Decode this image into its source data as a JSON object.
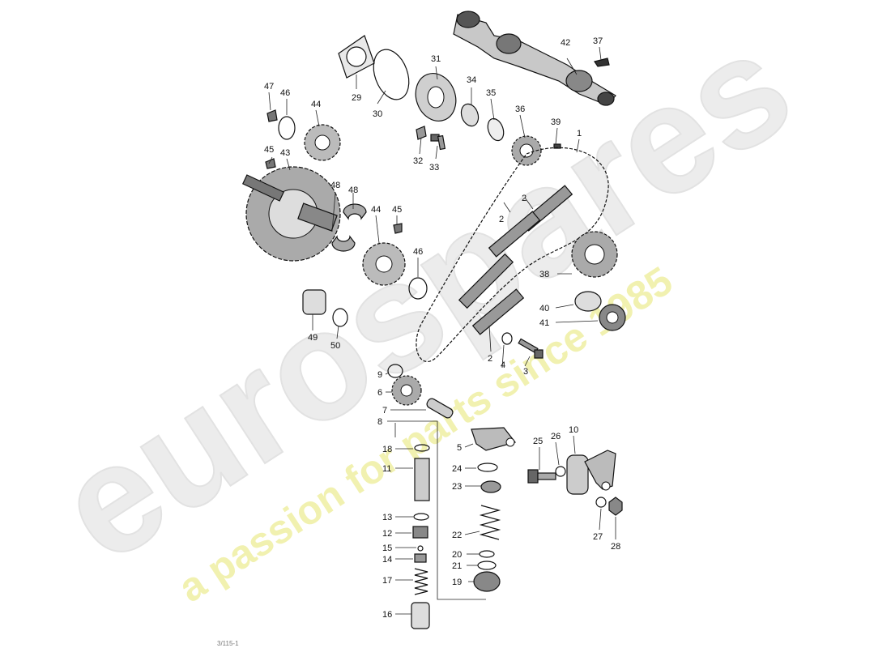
{
  "watermark": {
    "brand": "eurospares",
    "slogan": "a passion for parts since 1985",
    "brand_color": "#ececec",
    "slogan_color": "#f1f1b0"
  },
  "footer": {
    "code": "3/115-1"
  },
  "callouts": [
    {
      "id": "1",
      "label": "1"
    },
    {
      "id": "2a",
      "label": "2"
    },
    {
      "id": "2b",
      "label": "2"
    },
    {
      "id": "2c",
      "label": "2"
    },
    {
      "id": "3",
      "label": "3"
    },
    {
      "id": "4",
      "label": "4"
    },
    {
      "id": "5",
      "label": "5"
    },
    {
      "id": "6",
      "label": "6"
    },
    {
      "id": "7",
      "label": "7"
    },
    {
      "id": "8",
      "label": "8"
    },
    {
      "id": "9",
      "label": "9"
    },
    {
      "id": "10",
      "label": "10"
    },
    {
      "id": "11",
      "label": "11"
    },
    {
      "id": "12",
      "label": "12"
    },
    {
      "id": "13",
      "label": "13"
    },
    {
      "id": "14",
      "label": "14"
    },
    {
      "id": "15",
      "label": "15"
    },
    {
      "id": "16",
      "label": "16"
    },
    {
      "id": "17",
      "label": "17"
    },
    {
      "id": "18",
      "label": "18"
    },
    {
      "id": "19",
      "label": "19"
    },
    {
      "id": "20",
      "label": "20"
    },
    {
      "id": "21",
      "label": "21"
    },
    {
      "id": "22",
      "label": "22"
    },
    {
      "id": "23",
      "label": "23"
    },
    {
      "id": "24",
      "label": "24"
    },
    {
      "id": "25",
      "label": "25"
    },
    {
      "id": "26",
      "label": "26"
    },
    {
      "id": "27",
      "label": "27"
    },
    {
      "id": "28",
      "label": "28"
    },
    {
      "id": "29",
      "label": "29"
    },
    {
      "id": "30",
      "label": "30"
    },
    {
      "id": "31",
      "label": "31"
    },
    {
      "id": "32",
      "label": "32"
    },
    {
      "id": "33",
      "label": "33"
    },
    {
      "id": "34",
      "label": "34"
    },
    {
      "id": "35",
      "label": "35"
    },
    {
      "id": "36",
      "label": "36"
    },
    {
      "id": "37",
      "label": "37"
    },
    {
      "id": "38",
      "label": "38"
    },
    {
      "id": "39",
      "label": "39"
    },
    {
      "id": "40",
      "label": "40"
    },
    {
      "id": "41",
      "label": "41"
    },
    {
      "id": "42",
      "label": "42"
    },
    {
      "id": "43",
      "label": "43"
    },
    {
      "id": "44a",
      "label": "44"
    },
    {
      "id": "44b",
      "label": "44"
    },
    {
      "id": "45a",
      "label": "45"
    },
    {
      "id": "45b",
      "label": "45"
    },
    {
      "id": "46a",
      "label": "46"
    },
    {
      "id": "46b",
      "label": "46"
    },
    {
      "id": "47",
      "label": "47"
    },
    {
      "id": "48a",
      "label": "48"
    },
    {
      "id": "48b",
      "label": "48"
    },
    {
      "id": "49",
      "label": "49"
    },
    {
      "id": "50",
      "label": "50"
    }
  ]
}
